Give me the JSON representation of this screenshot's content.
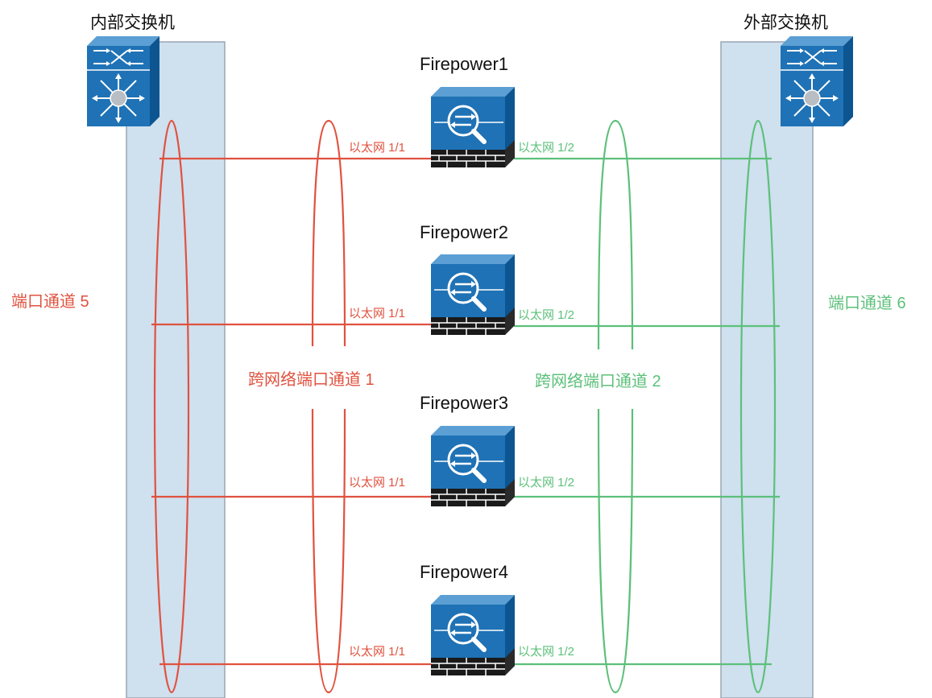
{
  "switches": {
    "inside": {
      "label": "内部交换机"
    },
    "outside": {
      "label": "外部交换机"
    }
  },
  "firewalls": [
    {
      "name": "Firepower1",
      "left_port": "以太网 1/1",
      "right_port": "以太网 1/2"
    },
    {
      "name": "Firepower2",
      "left_port": "以太网 1/1",
      "right_port": "以太网 1/2"
    },
    {
      "name": "Firepower3",
      "left_port": "以太网 1/1",
      "right_port": "以太网 1/2"
    },
    {
      "name": "Firepower4",
      "left_port": "以太网 1/1",
      "right_port": "以太网 1/2"
    }
  ],
  "port_channels": {
    "pc5": "端口通道 5",
    "pc6": "端口通道 6",
    "spanned1": "跨网络端口通道 1",
    "spanned2": "跨网络端口通道 2"
  },
  "colors": {
    "inside_link": "#e0523f",
    "outside_link": "#5cc07a",
    "switch_column": "#cfe0ef",
    "device_blue": "#1f6fae"
  },
  "icons": {
    "switch": "nexus-switch-icon",
    "firewall": "firepower-firewall-icon"
  }
}
